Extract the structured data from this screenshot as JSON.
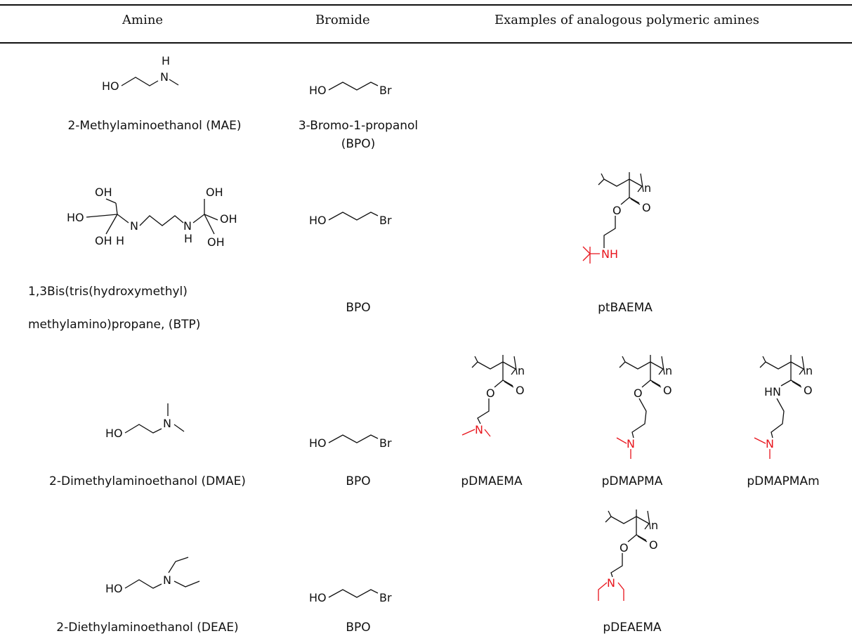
{
  "headers": {
    "amine": "Amine",
    "bromide": "Bromide",
    "polymers": "Examples of analogous polymeric amines"
  },
  "rows": [
    {
      "amine": "2-Methylaminoethanol (MAE)",
      "bromide_1": "3-Bromo-1-propanol",
      "bromide_2": "(BPO)"
    },
    {
      "amine_1": "1,3Bis(tris(hydroxymethyl)",
      "amine_2": "methylamino)propane, (BTP)",
      "bromide": "BPO",
      "polymer": "ptBAEMA"
    },
    {
      "amine": "2-Dimethylaminoethanol (DMAE)",
      "bromide": "BPO",
      "polymers": [
        "pDMAEMA",
        "pDMAPMA",
        "pDMAPMAm"
      ]
    },
    {
      "amine": "2-Diethylaminoethanol (DEAE)",
      "bromide": "BPO",
      "polymer": "pDEAEMA"
    }
  ],
  "atoms": {
    "ho": "HO",
    "oh": "OH",
    "h": "H",
    "n": "N",
    "nh": "NH",
    "hn": "HN",
    "o": "O",
    "br": "Br",
    "sub_n": "n"
  },
  "colors": {
    "highlight": "#e8141c",
    "text": "#111111",
    "rule": "#111111"
  }
}
